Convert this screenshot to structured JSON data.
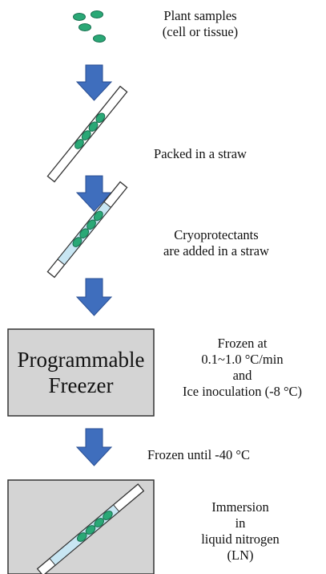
{
  "steps": [
    {
      "lines": [
        "Plant samples",
        "(cell or tissue)"
      ]
    },
    {
      "lines": [
        "Packed in a straw"
      ]
    },
    {
      "lines": [
        "Cryoprotectants",
        "are added in a straw"
      ]
    },
    {
      "lines": [
        "Frozen at",
        "0.1~1.0 °C/min",
        "and",
        "Ice inoculation (-8 °C)"
      ]
    },
    {
      "lines": [
        "Frozen until -40 °C"
      ]
    },
    {
      "lines": [
        "Immersion",
        "in",
        "liquid nitrogen",
        "(LN)"
      ]
    }
  ],
  "freezer": {
    "lines": [
      "Programmable",
      "Freezer"
    ]
  },
  "colors": {
    "arrow": "#3f6ebd",
    "arrow_edge": "#2a4f93",
    "sample": "#2aa876",
    "sample_edge": "#177050",
    "cryo_fill": "#c8e6f3",
    "box": "#d4d4d4",
    "box_edge": "#333333"
  }
}
